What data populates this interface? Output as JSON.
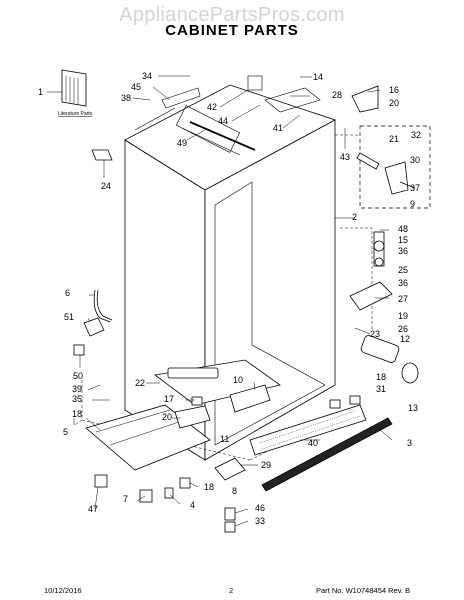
{
  "watermark": "AppliancePartsPros.com",
  "title": "CABINET PARTS",
  "literature_label": "Literature Parts",
  "callouts": [
    "1",
    "34",
    "45",
    "38",
    "42",
    "44",
    "49",
    "24",
    "14",
    "28",
    "16",
    "20",
    "41",
    "43",
    "21",
    "32",
    "30",
    "37",
    "9",
    "2",
    "48",
    "15",
    "36",
    "25",
    "36",
    "27",
    "19",
    "26",
    "23",
    "12",
    "13",
    "6",
    "51",
    "50",
    "39",
    "35",
    "18",
    "5",
    "22",
    "10",
    "17",
    "20",
    "11",
    "18",
    "31",
    "40",
    "3",
    "29",
    "18",
    "8",
    "7",
    "4",
    "47",
    "46",
    "33",
    "14"
  ],
  "footer": {
    "date": "10/12/2016",
    "page": "2",
    "part_no": "Part No.  W10748454  Rev. B"
  }
}
